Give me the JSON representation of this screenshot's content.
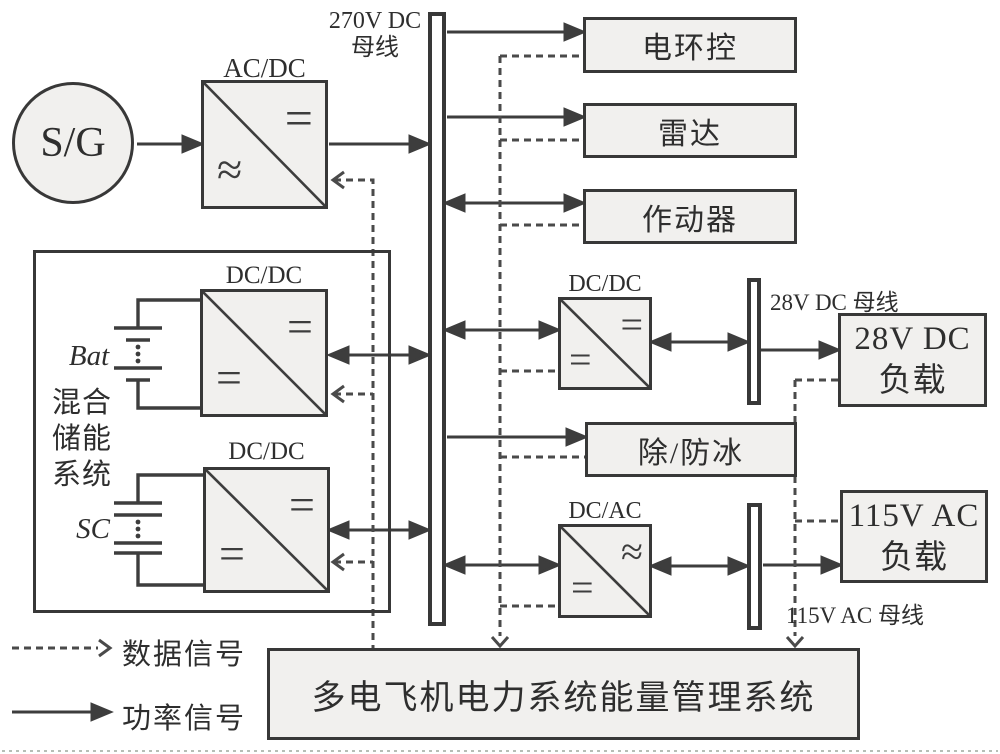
{
  "generator": {
    "label": "S/G"
  },
  "buses": {
    "main_label_line1": "270V DC",
    "main_label_line2": "母线",
    "bus28_label": "28V DC 母线",
    "bus115_label": "115V AC 母线"
  },
  "converters": {
    "acdc": {
      "label": "AC/DC",
      "top_symbol": "=",
      "bottom_symbol": "≈"
    },
    "dcdc_bat": {
      "label": "DC/DC",
      "top_symbol": "=",
      "bottom_symbol": "="
    },
    "dcdc_sc": {
      "label": "DC/DC",
      "top_symbol": "=",
      "bottom_symbol": "="
    },
    "dcdc_28": {
      "label": "DC/DC",
      "top_symbol": "=",
      "bottom_symbol": "="
    },
    "dcac": {
      "label": "DC/AC",
      "top_symbol": "≈",
      "bottom_symbol": "="
    }
  },
  "loads": {
    "env_control": "电环控",
    "radar": "雷达",
    "actuator": "作动器",
    "deicing": "除/防冰",
    "dc28_line1": "28V DC",
    "dc28_line2": "负载",
    "ac115_line1": "115V AC",
    "ac115_line2": "负载"
  },
  "storage": {
    "title_line1": "混合",
    "title_line2": "储能",
    "title_line3": "系统",
    "battery_label": "Bat",
    "supercap_label": "SC"
  },
  "ems": {
    "label": "多电飞机电力系统能量管理系统"
  },
  "legend": {
    "data_signal": "数据信号",
    "power_signal": "功率信号"
  },
  "colors": {
    "line": "#3d3d3d",
    "dashed_line": "#4a4a4a",
    "box_fill": "#f1f0ee",
    "box_border": "#383838",
    "background": "#ffffff"
  }
}
